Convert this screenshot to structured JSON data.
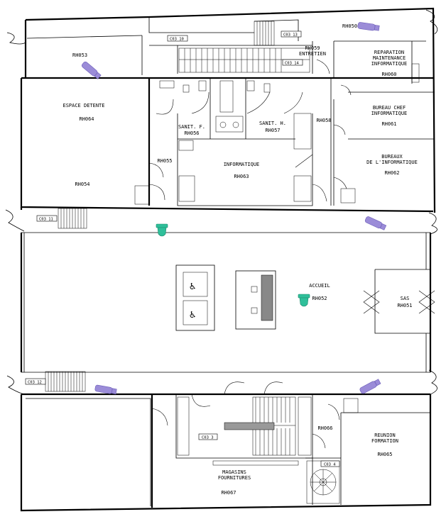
{
  "rooms": {
    "rh053": {
      "code": "RH053"
    },
    "rh050": {
      "code": "RH050"
    },
    "rh059": {
      "name": "RH059\nENTRETIEN"
    },
    "rh060": {
      "name": "REPARATION\nMAINTENANCE\nINFORMATIQUE",
      "code": "RH060"
    },
    "rh064": {
      "name": "ESPACE DETENTE",
      "code": "RH064"
    },
    "rh054": {
      "code": "RH054"
    },
    "rh056": {
      "name": "SANIT. F.",
      "code": "RH056"
    },
    "rh057": {
      "name": "SANIT. H.",
      "code": "RH057"
    },
    "rh058": {
      "code": "RH058"
    },
    "rh061": {
      "name": "BUREAU CHEF\nINFORMATIQUE",
      "code": "RH061"
    },
    "rh055": {
      "code": "RH055"
    },
    "rh063": {
      "name": "INFORMATIQUE",
      "code": "RH063"
    },
    "rh062": {
      "name": "BUREAUX\nDE L'INFORMATIQUE",
      "code": "RH062"
    },
    "rh052": {
      "name": "ACCUEIL",
      "code": "RH052"
    },
    "rh051": {
      "name": "SAS",
      "code": "RH051"
    },
    "rh066": {
      "code": "RH066"
    },
    "rh065": {
      "name": "REUNION\nFORMATION",
      "code": "RH065"
    },
    "rh067": {
      "name": "MAGASINS\nFOURNITURES",
      "code": "RH067"
    }
  },
  "tags": {
    "t10": "C03 10",
    "t13": "C03 13",
    "t14": "C03 14",
    "t11": "C03 11",
    "t12": "C03 12",
    "t3": "C03 3",
    "t4": "C03 4"
  },
  "colors": {
    "camera": "#9b8cd8",
    "dome": "#2fbf9a"
  }
}
